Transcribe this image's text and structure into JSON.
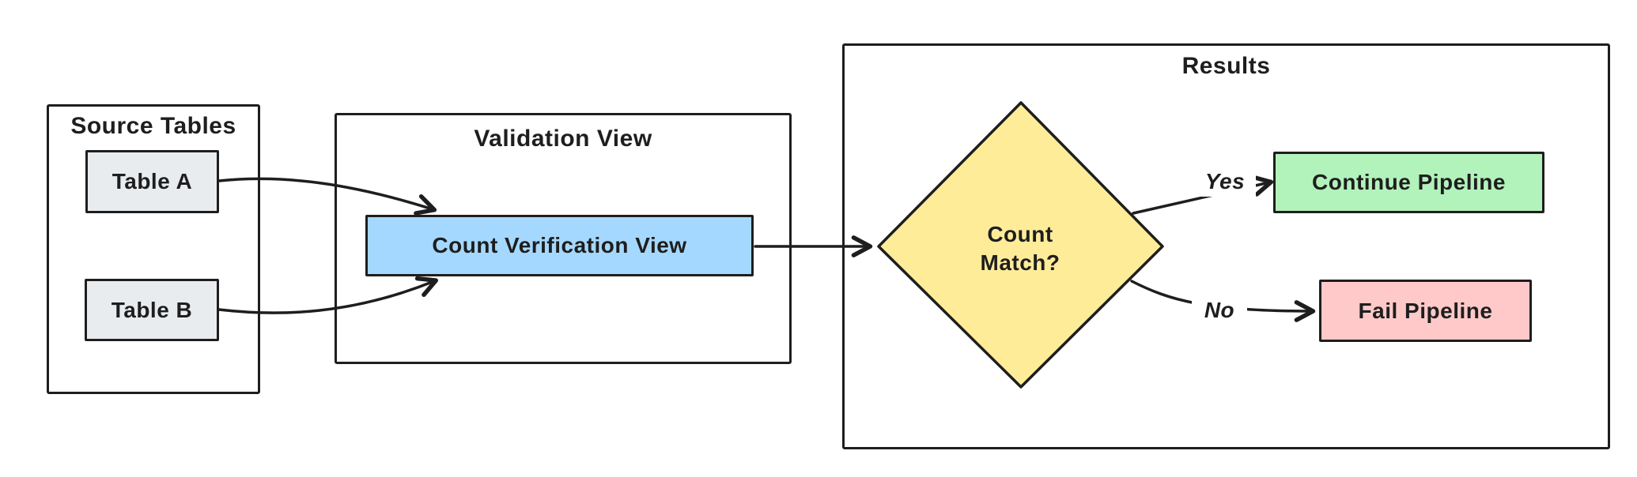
{
  "diagram": {
    "groups": {
      "source_tables": {
        "title": "Source Tables"
      },
      "validation": {
        "title": "Validation View"
      },
      "results": {
        "title": "Results"
      }
    },
    "nodes": {
      "table_a": {
        "label": "Table A"
      },
      "table_b": {
        "label": "Table B"
      },
      "count_verification_view": {
        "label": "Count Verification View"
      },
      "count_match": {
        "label": "Count Match?"
      },
      "continue_pipeline": {
        "label": "Continue Pipeline"
      },
      "fail_pipeline": {
        "label": "Fail Pipeline"
      }
    },
    "edges": {
      "yes_label": "Yes",
      "no_label": "No"
    },
    "colors": {
      "stroke": "#1e1e1e",
      "background": "#ffffff",
      "table_fill": "#e9ecef",
      "view_fill": "#a5d8ff",
      "decision_fill": "#ffec99",
      "continue_fill": "#b2f2bb",
      "fail_fill": "#ffc9c9"
    }
  }
}
